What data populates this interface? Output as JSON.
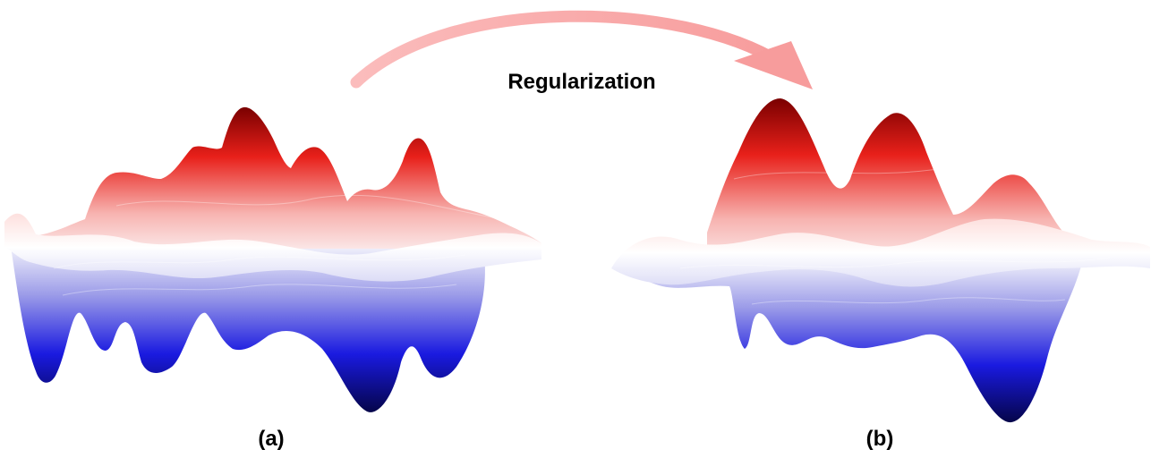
{
  "figure": {
    "arrow_label": "Regularization",
    "panel_a_label": "(a)",
    "panel_b_label": "(b)"
  },
  "colors": {
    "arrow": "#f7a8a8",
    "peak_dark": "#7a0000",
    "peak": "#e8201a",
    "mid": "#ffffff",
    "valley": "#1a1ae0",
    "valley_dark": "#05054a",
    "text": "#000000"
  }
}
